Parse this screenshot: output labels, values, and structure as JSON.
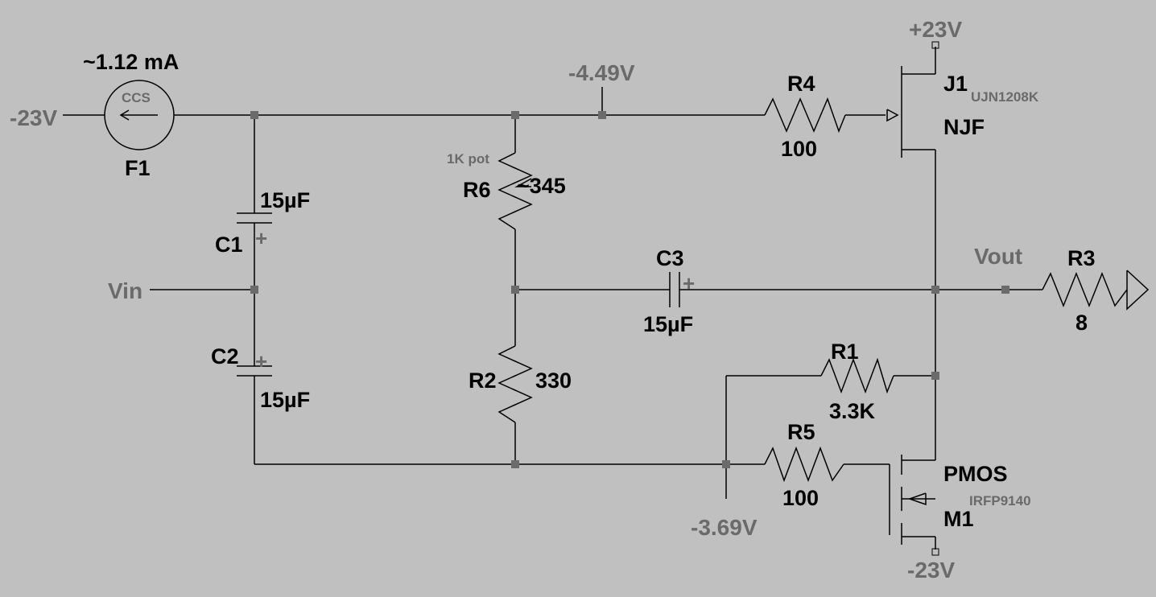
{
  "nets": {
    "neg_supply_left": "-23V",
    "pos_supply": "+23V",
    "neg_supply_bottom": "-23V",
    "top_node_voltage": "-4.49V",
    "gate_node_voltage": "-3.69V",
    "input": "Vin",
    "output": "Vout"
  },
  "components": {
    "F1": {
      "ref": "F1",
      "value": "~1.12 mA",
      "symbol_text": "CCS"
    },
    "C1": {
      "ref": "C1",
      "value": "15µF",
      "polarity": "+"
    },
    "C2": {
      "ref": "C2",
      "value": "15µF",
      "polarity": "+"
    },
    "C3": {
      "ref": "C3",
      "value": "15µF",
      "polarity": "+"
    },
    "R6": {
      "ref": "R6",
      "value": "~345",
      "note": "1K pot"
    },
    "R2": {
      "ref": "R2",
      "value": "330"
    },
    "R4": {
      "ref": "R4",
      "value": "100"
    },
    "R1": {
      "ref": "R1",
      "value": "3.3K"
    },
    "R5": {
      "ref": "R5",
      "value": "100"
    },
    "R3": {
      "ref": "R3",
      "value": "8"
    },
    "J1": {
      "ref": "J1",
      "part": "UJN1208K",
      "type": "NJF"
    },
    "M1": {
      "ref": "M1",
      "part": "IRFP9140",
      "type": "PMOS"
    }
  }
}
